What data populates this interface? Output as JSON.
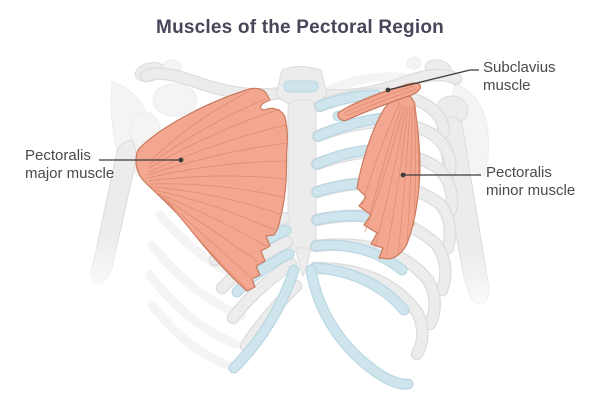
{
  "diagram": {
    "title": "Muscles of the Pectoral Region",
    "labels": {
      "pectoralis_major": {
        "line1": "Pectoralis",
        "line2": "major muscle"
      },
      "subclavius": {
        "line1": "Subclavius",
        "line2": "muscle"
      },
      "pectoralis_minor": {
        "line1": "Pectoralis",
        "line2": "minor muscle"
      }
    },
    "colors": {
      "background": "#ffffff",
      "title_text": "#47475a",
      "label_text": "#4a4a4a",
      "leader_line": "#3c3c3c",
      "muscle_fill": "#f3a690",
      "muscle_outline": "#c97a5e",
      "muscle_fiber": "#dd8a6c",
      "bone_fill": "#ececec",
      "bone_outline": "#dcdcdc",
      "bone_faint": "#f4f4f4",
      "cartilage_fill": "#cfe5ee",
      "cartilage_outline": "#b9d7e2"
    }
  }
}
